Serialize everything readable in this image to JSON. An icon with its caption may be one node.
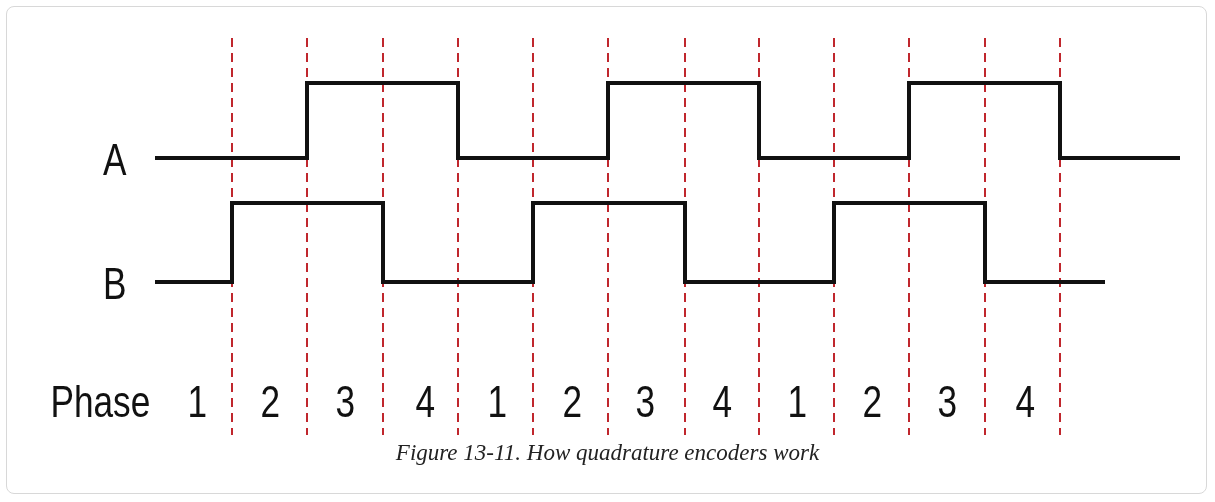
{
  "diagram": {
    "caption": "Figure 13-11. How quadrature encoders work",
    "labels": [
      "A",
      "B",
      "Phase",
      "1",
      "2",
      "3",
      "4",
      "1",
      "2",
      "3",
      "4",
      "1",
      "2",
      "3",
      "4"
    ]
  }
}
